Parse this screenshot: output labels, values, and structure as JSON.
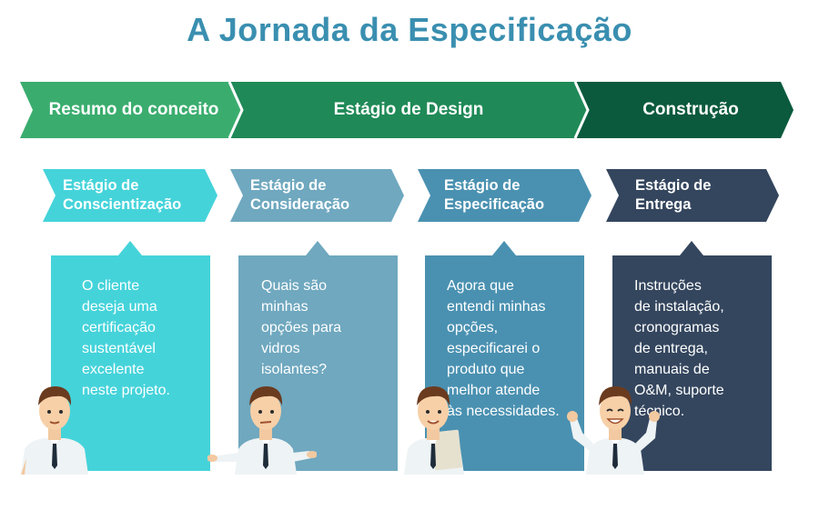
{
  "title": "A Jornada da Especificação",
  "phases": [
    {
      "label": "Resumo do conceito",
      "color": "#3aad6e"
    },
    {
      "label": "Estágio de Design",
      "color": "#1f8a57"
    },
    {
      "label": "Construção",
      "color": "#0b5a3e"
    }
  ],
  "stages": [
    {
      "label": "Estágio de\nConscientização",
      "color": "#45d3da"
    },
    {
      "label": "Estágio de\nConsideração",
      "color": "#6fa8bf"
    },
    {
      "label": "Estágio de\nEspecificação",
      "color": "#4a91b1"
    },
    {
      "label": "Estágio de\nEntrega",
      "color": "#34465e"
    }
  ],
  "cards": [
    {
      "text": "O cliente\ndeseja uma\ncertificação\nsustentável\nexcelente\nneste projeto.",
      "color": "#45d3da"
    },
    {
      "text": "Quais são\nminhas\nopções para\nvidros\nisolantes?",
      "color": "#6fa8bf"
    },
    {
      "text": "Agora que\nentendi minhas\nopções,\nespecificarei o\nproduto que\nmelhor atende\nàs necessidades.",
      "color": "#4a91b1"
    },
    {
      "text": "Instruções\nde instalação,\ncronogramas\nde entrega,\nmanuais de\nO&M, suporte\n        técnico.",
      "color": "#34465e"
    }
  ]
}
